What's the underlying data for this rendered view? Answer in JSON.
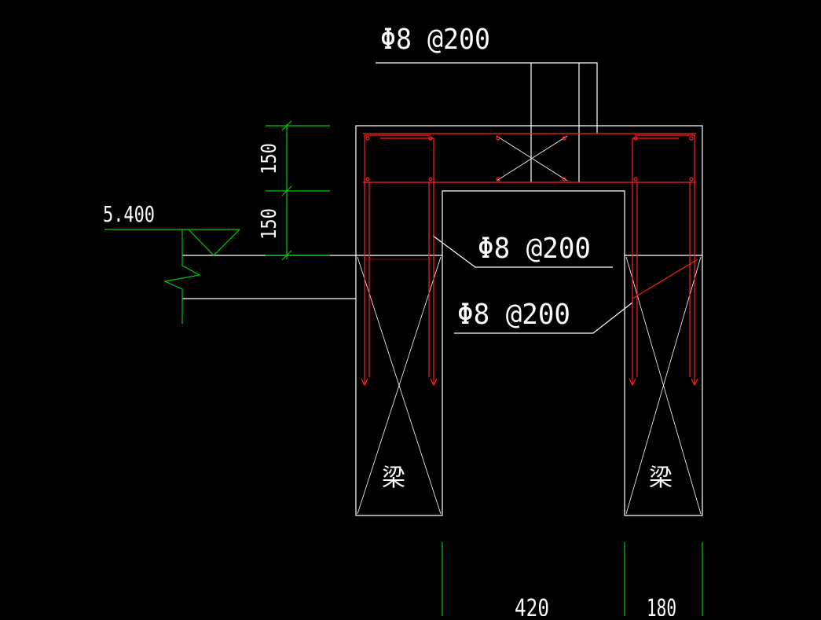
{
  "colors": {
    "background": "#000000",
    "outline": "#ffffff",
    "rebar": "#ff2020",
    "dimension": "#00cc00"
  },
  "labels": {
    "rebar_top": "Φ8 @200",
    "rebar_mid": "Φ8 @200",
    "rebar_low": "Φ8 @200",
    "elevation": "5.400",
    "dim_upper": "150",
    "dim_lower": "150",
    "beam_left": "梁",
    "beam_right": "梁",
    "dim_width_inner": "420",
    "dim_width_right": "180"
  }
}
